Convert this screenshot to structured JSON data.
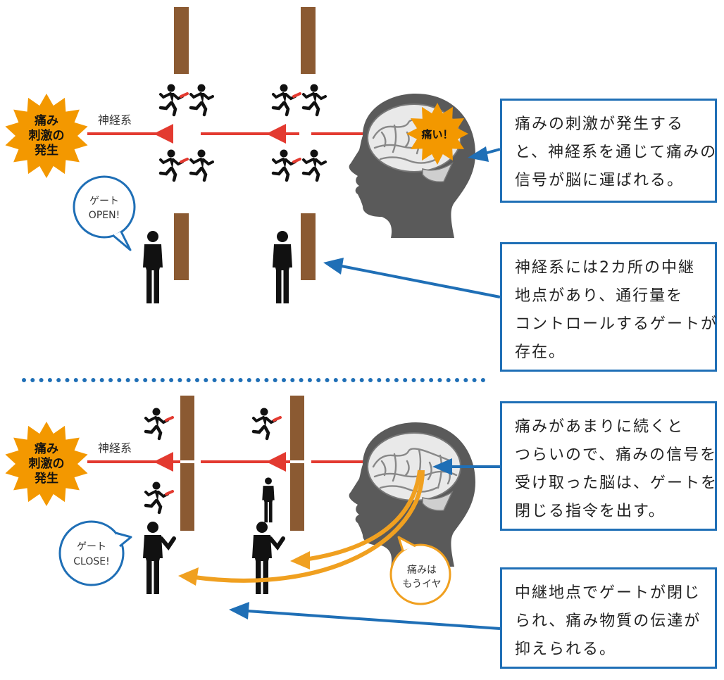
{
  "colors": {
    "wall": "#8b5a32",
    "signal": "#e33a30",
    "box_border": "#1f6fb6",
    "arrow_blue": "#1f6fb6",
    "arrow_orange": "#f0a020",
    "burst": "#f39800",
    "head": "#5a5a5a",
    "dots": "#1f6fb6"
  },
  "top": {
    "burst_lines": [
      "痛み",
      "刺激の",
      "発生"
    ],
    "nerve_label": "神経系",
    "brain_label": "痛い！",
    "gate_bubble": [
      "ゲート",
      "OPEN!"
    ],
    "box1_lines": [
      "痛みの刺激が発生する",
      "と、神経系を通じて痛みの",
      "信号が脳に運ばれる。"
    ],
    "box2_lines": [
      "神経系には2カ所の中継",
      "地点があり、通行量を",
      "コントロールするゲートが",
      "存在。"
    ]
  },
  "bottom": {
    "burst_lines": [
      "痛み",
      "刺激の",
      "発生"
    ],
    "nerve_label": "神経系",
    "gate_bubble": [
      "ゲート",
      "CLOSE!"
    ],
    "thought_bubble": [
      "痛みは",
      "もうイヤ"
    ],
    "box3_lines": [
      "痛みがあまりに続くと",
      "つらいので、痛みの信号を",
      "受け取った脳は、ゲートを",
      "閉じる指令を出す。"
    ],
    "box4_lines": [
      "中継地点でゲートが閉じ",
      "られ、痛み物質の伝達が",
      "抑えられる。"
    ]
  }
}
